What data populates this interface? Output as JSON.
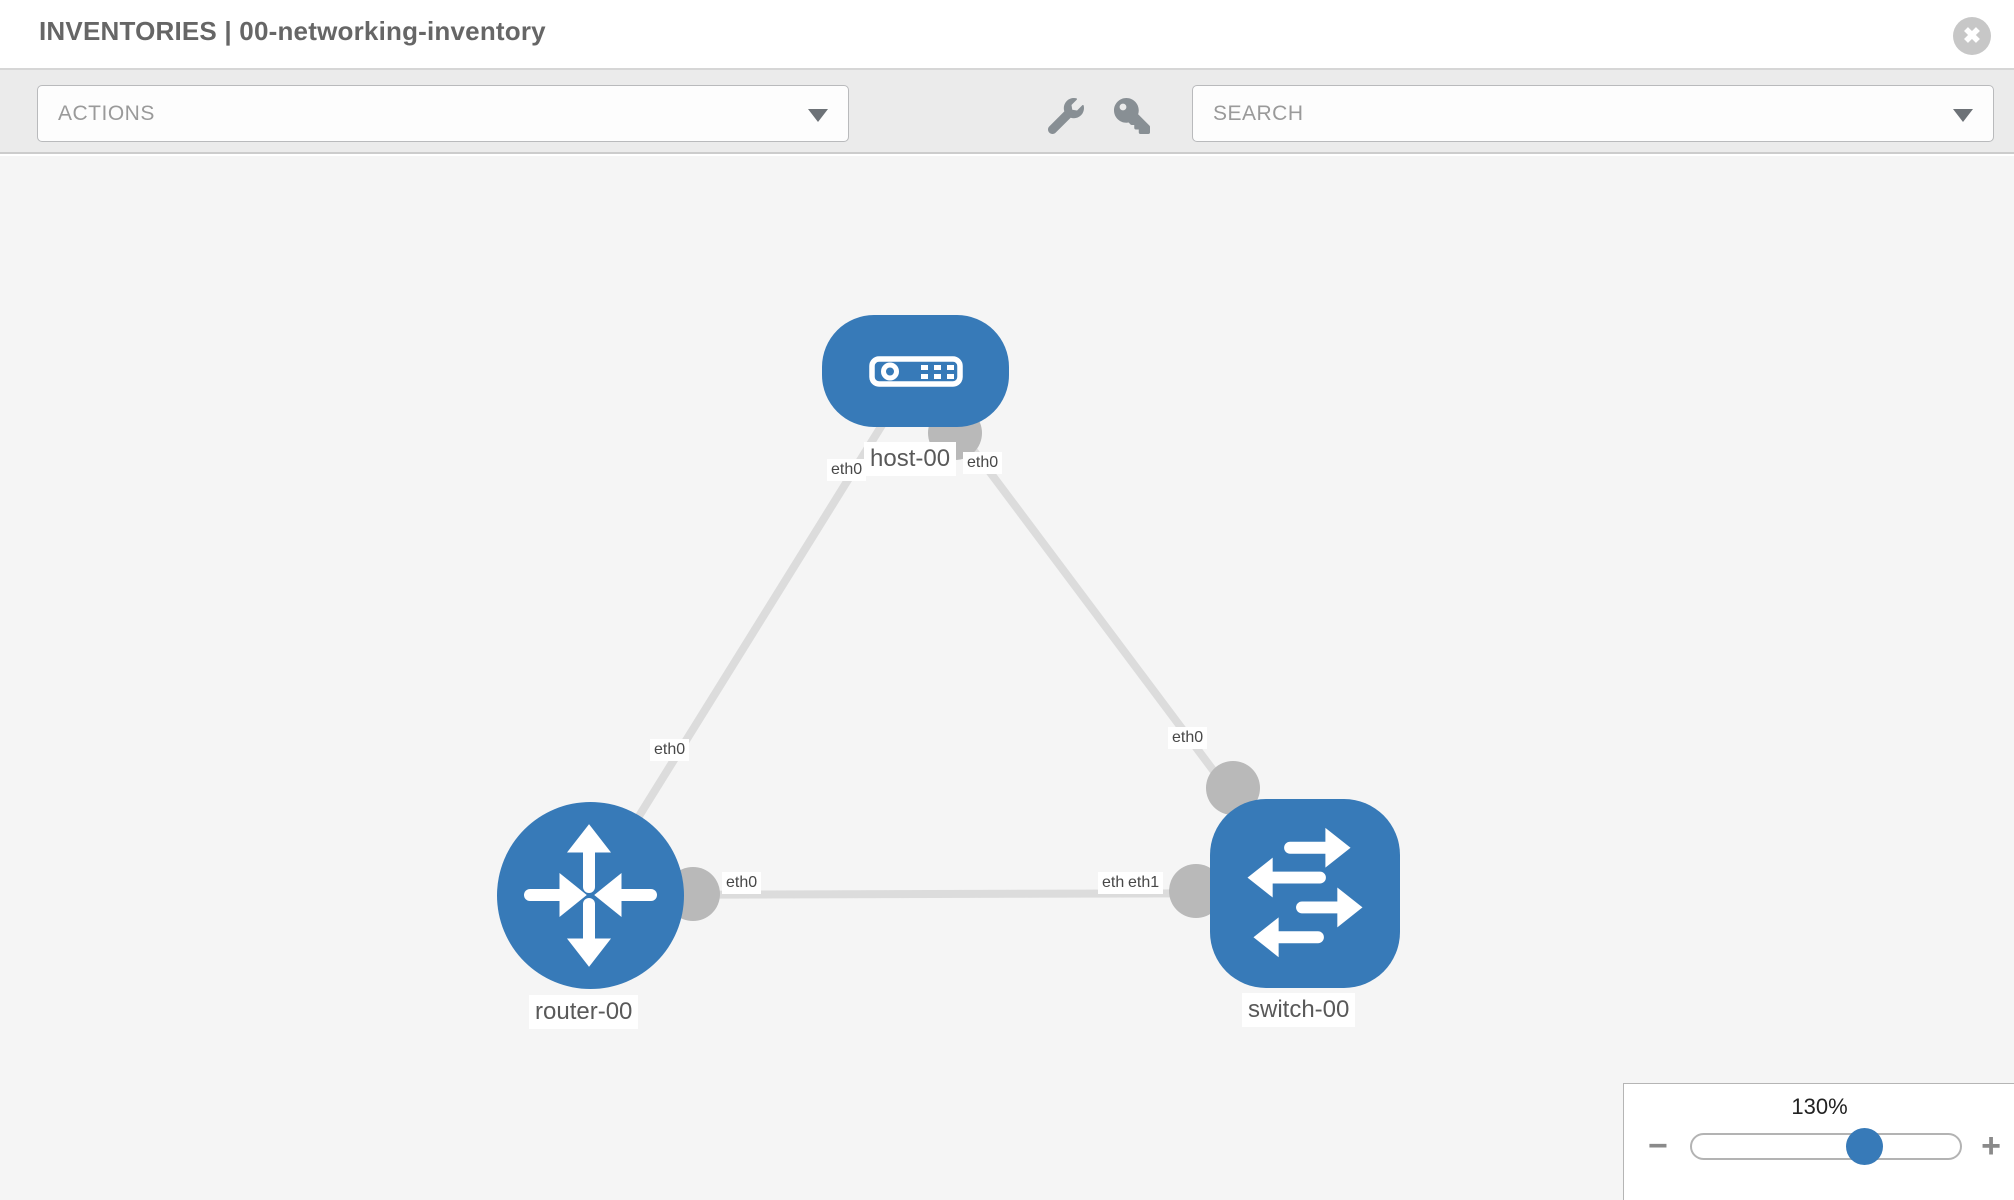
{
  "header": {
    "title": "INVENTORIES | 00-networking-inventory"
  },
  "toolbar": {
    "actions_label": "ACTIONS",
    "search_placeholder": "SEARCH",
    "icons": [
      "wrench-icon",
      "key-icon"
    ]
  },
  "canvas": {
    "nodes": [
      {
        "label": "host-00",
        "type": "host"
      },
      {
        "label": "router-00",
        "type": "router"
      },
      {
        "label": "switch-00",
        "type": "switch"
      }
    ],
    "links": [
      {
        "from": "host-00",
        "to": "router-00",
        "from_interface": "eth0",
        "to_interface": "eth0"
      },
      {
        "from": "host-00",
        "to": "switch-00",
        "from_interface": "eth0",
        "to_interface": "eth0"
      },
      {
        "from": "router-00",
        "to": "switch-00",
        "from_interface": "eth0",
        "to_interface": "eth1",
        "to_interface_overlapped": "eth0"
      }
    ]
  },
  "zoom": {
    "level": "130%",
    "minus_glyph": "−",
    "plus_glyph": "+",
    "percent": 64
  },
  "colors": {
    "node_blue": "#377ab8",
    "link_gray": "#dcdcdc",
    "connector_gray": "#b9b9b9",
    "toolbar_bg": "#ebebeb",
    "canvas_bg": "#f5f5f5",
    "title_gray": "#666666"
  }
}
